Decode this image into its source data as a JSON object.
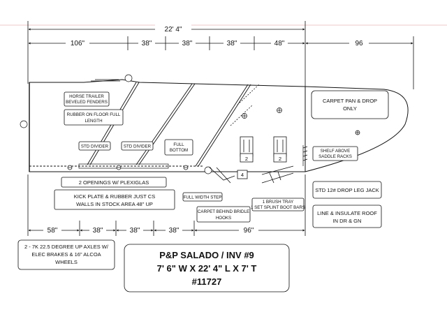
{
  "dims_top": {
    "overall": "22' 4\"",
    "seg1": "106\"",
    "seg2": "38\"",
    "seg3": "38\"",
    "seg4": "38\"",
    "seg5": "48\"",
    "tongue": "96"
  },
  "dims_bottom": {
    "seg1": "58\"",
    "seg2": "38\"",
    "seg3": "38\"",
    "seg4": "38\"",
    "seg5": "96\""
  },
  "labels": {
    "horse_trailer_fenders": [
      "HORSE TRAILER",
      "BEVELED FENDERS"
    ],
    "rubber_floor": [
      "RUBBER ON FLOOR FULL",
      "LENGTH"
    ],
    "std_divider_1": "STD DIVIDER",
    "std_divider_2": "STD DIVIDER",
    "full_bottom": [
      "FULL",
      "BOTTOM"
    ],
    "carpet_pan": [
      "CARPET PAN & DROP",
      "ONLY"
    ],
    "shelf_above": [
      "SHELF ABOVE",
      "SADDLE RACKS"
    ],
    "saddle_rack_1": "2",
    "saddle_rack_2": "2",
    "rack_4": "4",
    "two_openings": "2 OPENINGS W/ PLEXIGLAS",
    "kick_plate": [
      "KICK PLATE & RUBBER JUST CS",
      "WALLS IN STOCK AREA 48\" UP"
    ],
    "full_width_step": "FULL WIDTH STEP",
    "brush_tray": [
      "1 BRUSH TRAY",
      "1 SET SPLINT BOOT BARS"
    ],
    "carpet_behind": [
      "CARPET BEHIND BRIDLE",
      "HOOKS"
    ],
    "drop_leg_jack": "STD 12# DROP LEG JACK",
    "line_insulate": [
      "LINE & INSULATE ROOF",
      "IN DR & GN"
    ],
    "axles": [
      "2 - 7K  22.5 DEGREE UP AXLES W/",
      "ELEC BRAKES & 16\" ALCOA",
      "WHEELS"
    ]
  },
  "title_block": {
    "line1": "P&P SALADO / INV #9",
    "line2": "7' 6\" W X 22' 4\" L X 7' T",
    "line3": "#11727"
  }
}
